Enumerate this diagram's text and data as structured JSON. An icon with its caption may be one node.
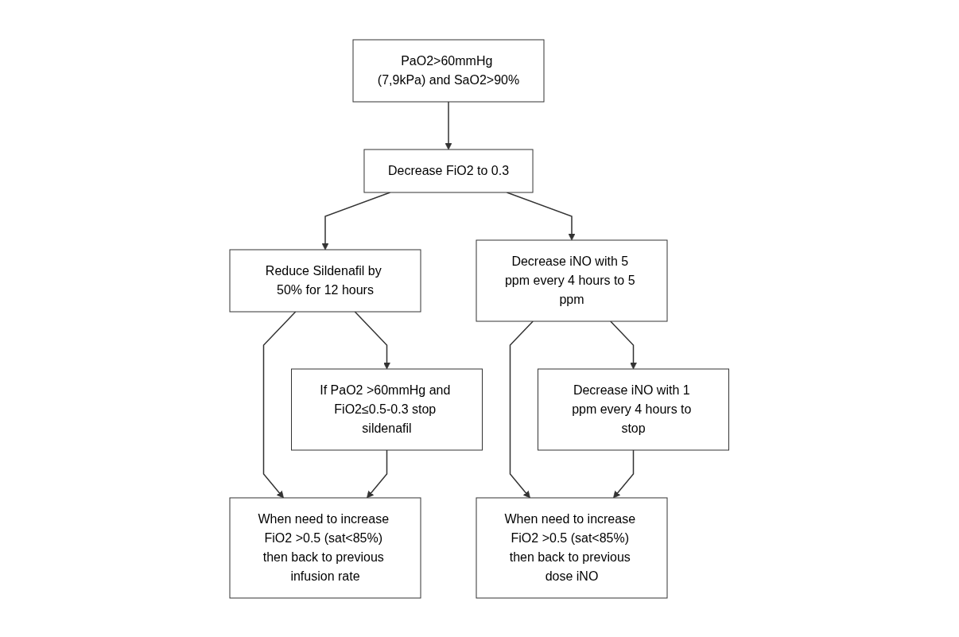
{
  "diagram": {
    "nodes": [
      {
        "text": [
          "PaO2>60mmHg (7,9kPa) and SaO2>90%"
        ]
      },
      {
        "text": [
          "Decrease FiO2 to 0.3"
        ]
      },
      {
        "text": [
          "Reduce Sildenafil by 50% for 12 hours"
        ]
      },
      {
        "text": [
          "Decrease iNO with 5 ppm every 4 hours to 5 ppm"
        ]
      },
      {
        "text": [
          "When need to increase FiO2 >0.5 (sat<85%) then back to previous infusion rate"
        ]
      },
      {
        "text": [
          "If PaO2 >60mmHg and FiO2≤0.5-0.3 stop sildenafil"
        ]
      },
      {
        "text": [
          "Decrease iNO with 1 ppm every 4 hours to stop"
        ]
      },
      {
        "text": [
          "When need to increase FiO2 >0.5 (sat<85%) then back to previous dose iNO"
        ]
      }
    ],
    "edges": [
      {
        "from": 0,
        "to": 1,
        "arrow": "to"
      },
      {
        "from": 1,
        "to": 2,
        "arrow": "to"
      },
      {
        "from": 1,
        "to": 3,
        "arrow": "to"
      },
      {
        "from": 2,
        "to": 4,
        "arrow": "to"
      },
      {
        "from": 2,
        "to": 5,
        "arrow": "to"
      },
      {
        "from": 5,
        "to": 4,
        "arrow": "to"
      },
      {
        "from": 3,
        "to": 7,
        "arrow": "to"
      },
      {
        "from": 3,
        "to": 6,
        "arrow": "to"
      },
      {
        "from": 6,
        "to": 7,
        "arrow": "to"
      }
    ]
  }
}
